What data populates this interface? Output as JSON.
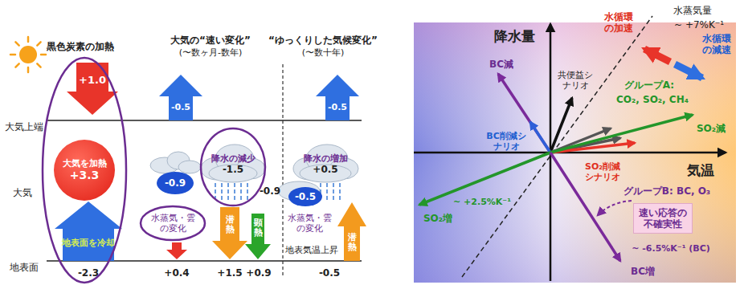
{
  "diagram": {
    "nodes": [
      {
        "text": [
          "大気を加熱",
          "+3.3"
        ]
      },
      {
        "text": [
          "-0.9"
        ]
      },
      {
        "text": [
          "降水の減少",
          "-1.5"
        ]
      },
      {
        "text": [
          "-0.5"
        ]
      },
      {
        "text": [
          "降水の増加",
          "+0.5"
        ]
      },
      {
        "text": [
          "速い応答の不確実性"
        ]
      }
    ],
    "labels": [
      "黒色炭素の加熱",
      "大気の“速い変化”",
      "(〜数ヶ月-数年)",
      "“ゆっくりした気候変化”",
      "(〜数十年)",
      "大気上端",
      "大気",
      "地表面",
      "+1.0",
      "-0.5",
      "-0.5",
      "水蒸気・雲の変化",
      "-0.9",
      "潜熱",
      "顕熱",
      "地表面を冷却",
      "-2.3",
      "+0.4",
      "+1.5",
      "+0.9",
      "水蒸気・雲の変化",
      "潜熱",
      "地表気温上昇",
      "-0.5",
      "降水量",
      "気温",
      "水循環の加速",
      "水蒸気量",
      "~ +7%K⁻¹",
      "水循環の減速",
      "BC減",
      "グループA:",
      "CO₂, SO₂, CH₄",
      "共便益シナリオ",
      "SO₂減",
      "BC削減シナリオ",
      "SO₂削減シナリオ",
      "~ +2.5%K⁻¹",
      "SO₂増",
      "グループB: BC, O₃",
      "~ -6.5%K⁻¹ (BC)",
      "BC増"
    ]
  }
}
